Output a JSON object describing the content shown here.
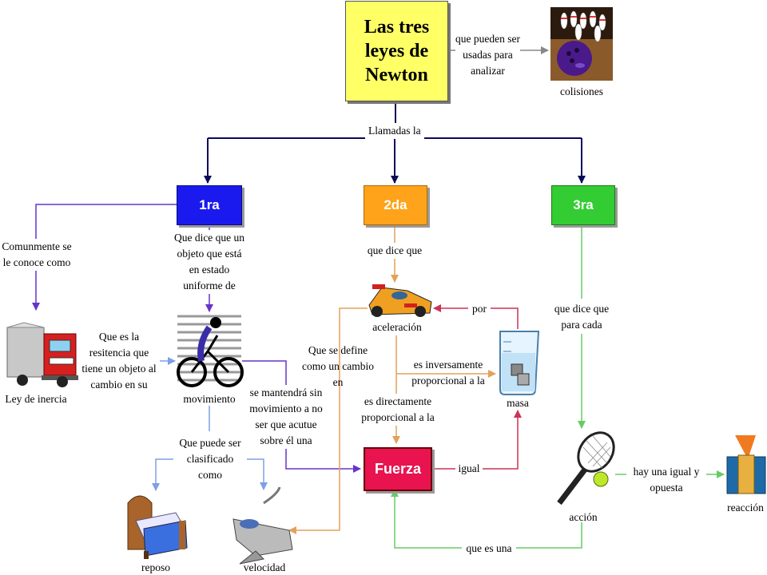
{
  "title": "Las tres\nleyes de\nNewton",
  "laws": {
    "first": "1ra",
    "second": "2da",
    "third": "3ra"
  },
  "force_node": "Fuerza",
  "links": {
    "usadas": "que pueden ser\nusadas para\nanalizar",
    "llamadas": "Llamadas la",
    "conoce": "Comunmente se\nle conoce como",
    "dice_objeto": "Que dice que un\nobjeto que está\nen estado\nuniforme de",
    "resistencia": "Que es la\nresitencia que\ntiene un objeto al\ncambio en su",
    "mantendra": "se mantendrá sin\nmovimiento a no\nser que acutue\nsobre él una",
    "clasificado": "Que puede ser\nclasificado\ncomo",
    "dice_que": "que dice que",
    "por": "por",
    "inversamente": "es inversamente\nproporcional a la",
    "define": "Que se define\ncomo un cambio\nen",
    "directamente": "es directamente\nproporcional a la",
    "igual": "igual",
    "para_cada": "que dice que\npara cada",
    "igual_opuesta": "hay una igual y\nopuesta",
    "que_es_una": "que es una"
  },
  "concepts": {
    "colisiones": "colisiones",
    "ley_inercia": "Ley de inercia",
    "movimiento": "movimiento",
    "aceleracion": "aceleración",
    "masa": "masa",
    "reposo": "reposo",
    "velocidad": "velocidad",
    "accion": "acción",
    "reaccion": "reacción"
  },
  "colors": {
    "first_law": "#1a1aee",
    "second_law": "#ffa31a",
    "third_law": "#33cc33",
    "force": "#e8134f",
    "title_fill": "#ffff66",
    "main_line": "#0a0a5a",
    "purple_line": "#6633cc",
    "blue_line": "#7f9fe6",
    "orange_line": "#e3a15c",
    "red_line": "#cc3355",
    "green_line": "#66cc66"
  }
}
